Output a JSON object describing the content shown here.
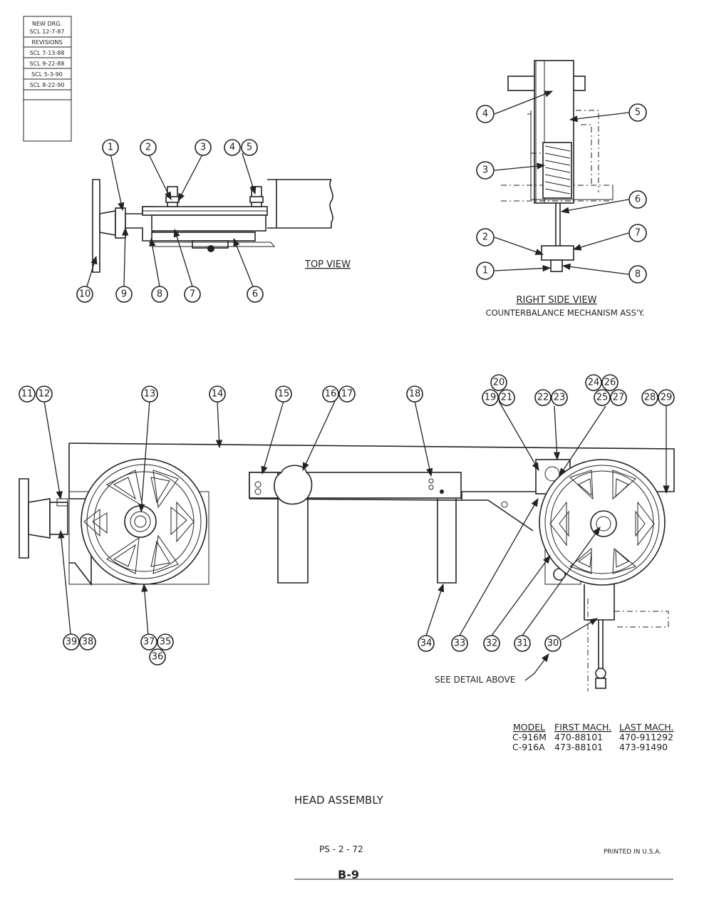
{
  "revision_block": {
    "rows": [
      "NEW DRG.",
      "SCL 12-7-87",
      "REVISIONS",
      "SCL 7-13-88",
      "SCL 9-22-88",
      "SCL 5-3-90",
      "SCL 8-22-90"
    ]
  },
  "top_view": {
    "label": "TOP VIEW",
    "callouts": [
      "1",
      "2",
      "3",
      "4",
      "5",
      "10",
      "9",
      "8",
      "7",
      "6"
    ]
  },
  "right_side_view": {
    "label": "RIGHT SIDE VIEW",
    "subtitle": "COUNTERBALANCE MECHANISM ASS'Y.",
    "callouts": [
      "4",
      "5",
      "3",
      "6",
      "2",
      "7",
      "1",
      "8"
    ]
  },
  "main_view": {
    "callouts_top": [
      "11",
      "12",
      "13",
      "14",
      "15",
      "16",
      "17",
      "18",
      "20",
      "19",
      "21",
      "22",
      "23",
      "24",
      "26",
      "25",
      "27",
      "28",
      "29"
    ],
    "callouts_bottom": [
      "39",
      "38",
      "37",
      "35",
      "36",
      "34",
      "33",
      "32",
      "31",
      "30"
    ],
    "detail_note": "SEE DETAIL ABOVE"
  },
  "model_table": {
    "headers": [
      "MODEL",
      "FIRST MACH.",
      "LAST MACH."
    ],
    "rows": [
      [
        "C-916M",
        "470-88101",
        "470-911292"
      ],
      [
        "C-916A",
        "473-88101",
        "473-91490"
      ]
    ]
  },
  "title": "HEAD ASSEMBLY",
  "page_code": "PS - 2 - 72",
  "printed": "PRINTED IN U.S.A.",
  "page_number": "B-9"
}
